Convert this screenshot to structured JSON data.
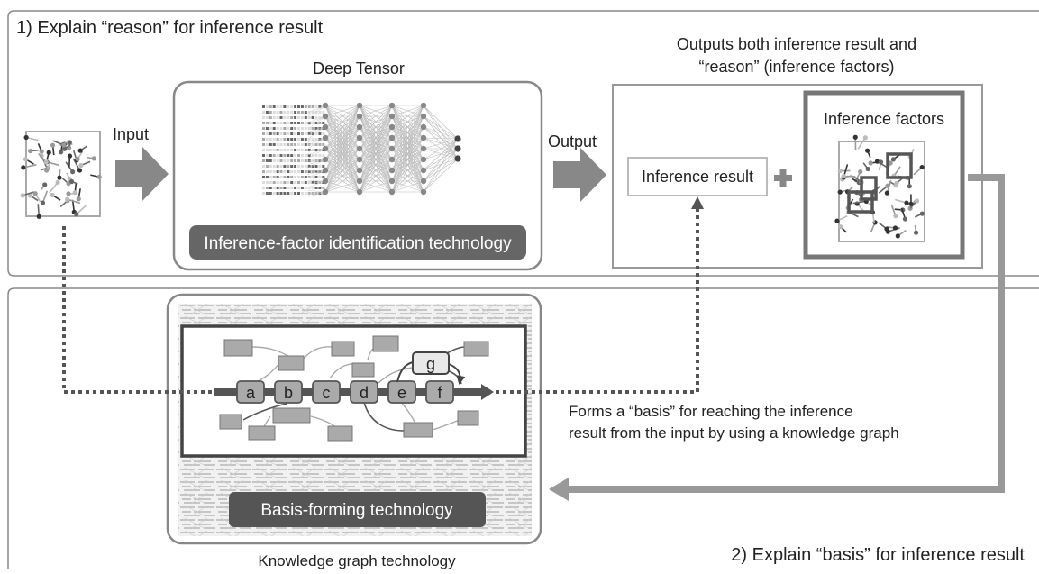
{
  "section1": {
    "title": "1) Explain “reason” for inference result"
  },
  "section2": {
    "title": "2) Explain “basis” for inference result"
  },
  "deep_tensor": {
    "title": "Deep Tensor",
    "banner": "Inference-factor identification technology"
  },
  "flow": {
    "input_label": "Input",
    "output_label": "Output"
  },
  "outputs": {
    "caption_line1": "Outputs both inference result and",
    "caption_line2": "“reason” (inference factors)",
    "result_label": "Inference result",
    "factors_label": "Inference factors"
  },
  "knowledge_graph": {
    "caption": "Knowledge graph technology",
    "banner": "Basis-forming technology",
    "basis_line1": "Forms a “basis” for reaching the inference",
    "basis_line2": "result from the input by using a knowledge graph",
    "nodes": [
      "a",
      "b",
      "c",
      "d",
      "e",
      "f"
    ],
    "branch_node": "g"
  },
  "colors": {
    "dark": "#555555",
    "mid": "#888888",
    "light": "#bbbbbb",
    "node_fill": "#aaaaaa",
    "panel_border": "#999999"
  }
}
